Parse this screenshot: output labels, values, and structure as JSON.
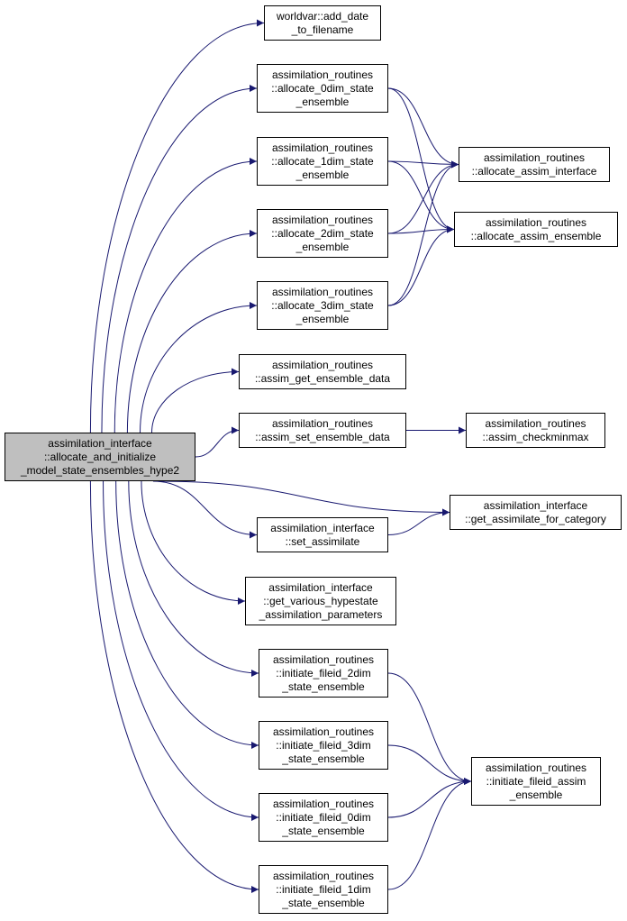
{
  "graph": {
    "edge_color": "#191970",
    "root_fill": "#bfbfbf",
    "nodes": {
      "root": {
        "lines": [
          "assimilation_interface",
          "::allocate_and_initialize",
          "_model_state_ensembles_hype2"
        ]
      },
      "add_date": {
        "lines": [
          "worldvar::add_date",
          "_to_filename"
        ]
      },
      "alloc_0dim": {
        "lines": [
          "assimilation_routines",
          "::allocate_0dim_state",
          "_ensemble"
        ]
      },
      "alloc_1dim": {
        "lines": [
          "assimilation_routines",
          "::allocate_1dim_state",
          "_ensemble"
        ]
      },
      "alloc_2dim": {
        "lines": [
          "assimilation_routines",
          "::allocate_2dim_state",
          "_ensemble"
        ]
      },
      "alloc_3dim": {
        "lines": [
          "assimilation_routines",
          "::allocate_3dim_state",
          "_ensemble"
        ]
      },
      "alloc_interface": {
        "lines": [
          "assimilation_routines",
          "::allocate_assim_interface"
        ]
      },
      "alloc_ensemble": {
        "lines": [
          "assimilation_routines",
          "::allocate_assim_ensemble"
        ]
      },
      "get_ens": {
        "lines": [
          "assimilation_routines",
          "::assim_get_ensemble_data"
        ]
      },
      "set_ens": {
        "lines": [
          "assimilation_routines",
          "::assim_set_ensemble_data"
        ]
      },
      "checkminmax": {
        "lines": [
          "assimilation_routines",
          "::assim_checkminmax"
        ]
      },
      "get_assim_cat": {
        "lines": [
          "assimilation_interface",
          "::get_assimilate_for_category"
        ]
      },
      "set_assim": {
        "lines": [
          "assimilation_interface",
          "::set_assimilate"
        ]
      },
      "get_various": {
        "lines": [
          "assimilation_interface",
          "::get_various_hypestate",
          "_assimilation_parameters"
        ]
      },
      "init_2dim": {
        "lines": [
          "assimilation_routines",
          "::initiate_fileid_2dim",
          "_state_ensemble"
        ]
      },
      "init_3dim": {
        "lines": [
          "assimilation_routines",
          "::initiate_fileid_3dim",
          "_state_ensemble"
        ]
      },
      "init_0dim": {
        "lines": [
          "assimilation_routines",
          "::initiate_fileid_0dim",
          "_state_ensemble"
        ]
      },
      "init_1dim": {
        "lines": [
          "assimilation_routines",
          "::initiate_fileid_1dim",
          "_state_ensemble"
        ]
      },
      "init_assim_ens": {
        "lines": [
          "assimilation_routines",
          "::initiate_fileid_assim",
          "_ensemble"
        ]
      }
    },
    "edges": [
      [
        "root",
        "add_date"
      ],
      [
        "root",
        "alloc_0dim"
      ],
      [
        "root",
        "alloc_1dim"
      ],
      [
        "root",
        "alloc_2dim"
      ],
      [
        "root",
        "alloc_3dim"
      ],
      [
        "root",
        "get_ens"
      ],
      [
        "root",
        "set_ens"
      ],
      [
        "root",
        "get_assim_cat"
      ],
      [
        "root",
        "set_assim"
      ],
      [
        "root",
        "get_various"
      ],
      [
        "root",
        "init_2dim"
      ],
      [
        "root",
        "init_3dim"
      ],
      [
        "root",
        "init_0dim"
      ],
      [
        "root",
        "init_1dim"
      ],
      [
        "alloc_0dim",
        "alloc_interface"
      ],
      [
        "alloc_0dim",
        "alloc_ensemble"
      ],
      [
        "alloc_1dim",
        "alloc_interface"
      ],
      [
        "alloc_1dim",
        "alloc_ensemble"
      ],
      [
        "alloc_2dim",
        "alloc_interface"
      ],
      [
        "alloc_2dim",
        "alloc_ensemble"
      ],
      [
        "alloc_3dim",
        "alloc_interface"
      ],
      [
        "alloc_3dim",
        "alloc_ensemble"
      ],
      [
        "set_ens",
        "checkminmax"
      ],
      [
        "set_assim",
        "get_assim_cat"
      ],
      [
        "init_2dim",
        "init_assim_ens"
      ],
      [
        "init_3dim",
        "init_assim_ens"
      ],
      [
        "init_0dim",
        "init_assim_ens"
      ],
      [
        "init_1dim",
        "init_assim_ens"
      ]
    ]
  }
}
